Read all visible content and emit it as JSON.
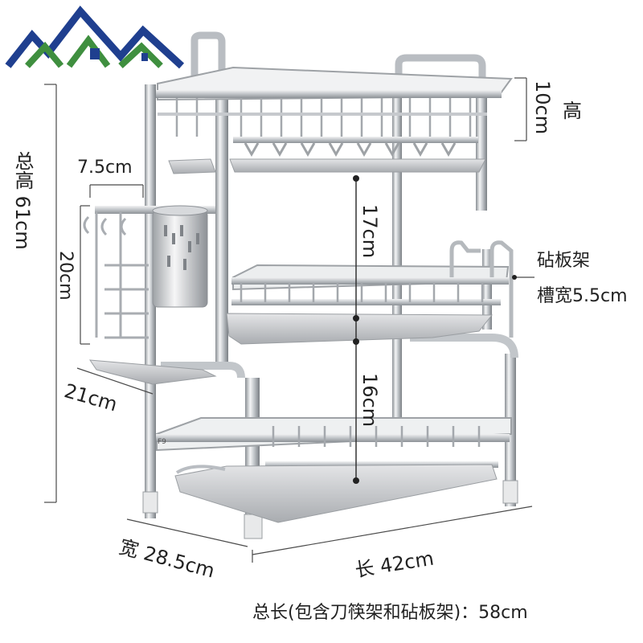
{
  "image": {
    "description_colors": {
      "steel_light": "#e6e8ea",
      "steel_mid": "#b9bdc2",
      "steel_dark": "#7d8287",
      "tray": "#c8cacd",
      "dimension_line": "#444444",
      "logo_blue": "#1f3f8f",
      "logo_green": "#3f8f3f"
    },
    "logo_icon": "house-roof-logo"
  },
  "dimensions": {
    "top_tier_height": "10cm",
    "top_tier_height_suffix": "高",
    "middle_gap": "17cm",
    "lower_gap": "16cm",
    "total_height": "总高 61cm",
    "hook_width": "7.5cm",
    "utensil_holder_height": "20cm",
    "depth_side": "21cm",
    "width": "宽 28.5cm",
    "length": "长 42cm",
    "board_rack_label": "砧板架",
    "slot_width": "槽宽5.5cm",
    "total_length": "总长(包含刀筷架和砧板架)：58cm"
  }
}
